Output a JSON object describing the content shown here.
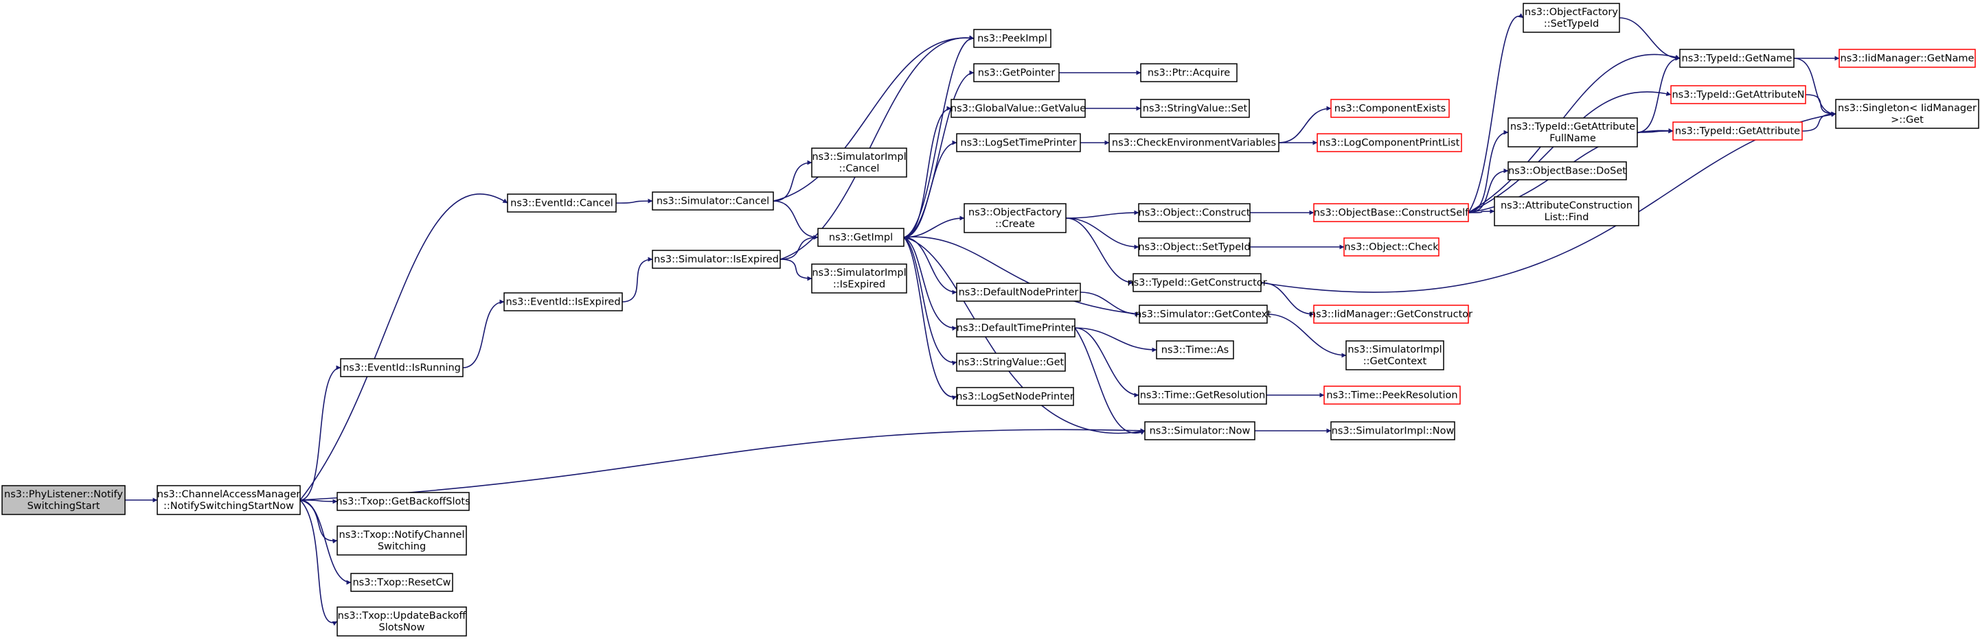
{
  "colors": {
    "edge": "#191970",
    "border_normal": "#000000",
    "border_undocumented": "#ff0000",
    "fill_root": "#bfbfbf",
    "fill_normal": "#ffffff"
  },
  "nodes": [
    {
      "id": "n0",
      "lines": [
        "ns3::PhyListener::Notify",
        "SwitchingStart"
      ],
      "style": "root"
    },
    {
      "id": "n1",
      "lines": [
        "ns3::ChannelAccessManager",
        "::NotifySwitchingStartNow"
      ],
      "style": "normal"
    },
    {
      "id": "n2",
      "lines": [
        "ns3::EventId::IsRunning"
      ],
      "style": "normal"
    },
    {
      "id": "n3",
      "lines": [
        "ns3::EventId::IsExpired"
      ],
      "style": "normal"
    },
    {
      "id": "n4",
      "lines": [
        "ns3::Simulator::IsExpired"
      ],
      "style": "normal"
    },
    {
      "id": "n5",
      "lines": [
        "ns3::EventId::Cancel"
      ],
      "style": "normal"
    },
    {
      "id": "n6",
      "lines": [
        "ns3::Simulator::Cancel"
      ],
      "style": "normal"
    },
    {
      "id": "n7",
      "lines": [
        "ns3::SimulatorImpl",
        "::Cancel"
      ],
      "style": "normal"
    },
    {
      "id": "n8",
      "lines": [
        "ns3::GetImpl"
      ],
      "style": "normal"
    },
    {
      "id": "n9",
      "lines": [
        "ns3::SimulatorImpl",
        "::IsExpired"
      ],
      "style": "normal"
    },
    {
      "id": "n10",
      "lines": [
        "ns3::PeekImpl"
      ],
      "style": "normal"
    },
    {
      "id": "n11",
      "lines": [
        "ns3::GetPointer"
      ],
      "style": "normal"
    },
    {
      "id": "n12",
      "lines": [
        "ns3::Ptr::Acquire"
      ],
      "style": "normal"
    },
    {
      "id": "n13",
      "lines": [
        "ns3::GlobalValue::GetValue"
      ],
      "style": "normal"
    },
    {
      "id": "n14",
      "lines": [
        "ns3::StringValue::Set"
      ],
      "style": "normal"
    },
    {
      "id": "n15",
      "lines": [
        "ns3::LogSetTimePrinter"
      ],
      "style": "normal"
    },
    {
      "id": "n16",
      "lines": [
        "ns3::CheckEnvironmentVariables"
      ],
      "style": "normal"
    },
    {
      "id": "n17",
      "lines": [
        "ns3::ComponentExists"
      ],
      "style": "undocumented"
    },
    {
      "id": "n18",
      "lines": [
        "ns3::LogComponentPrintList"
      ],
      "style": "undocumented"
    },
    {
      "id": "n19",
      "lines": [
        "ns3::ObjectFactory",
        "::Create"
      ],
      "style": "normal"
    },
    {
      "id": "n20",
      "lines": [
        "ns3::Object::Construct"
      ],
      "style": "normal"
    },
    {
      "id": "n21",
      "lines": [
        "ns3::ObjectBase::ConstructSelf"
      ],
      "style": "undocumented"
    },
    {
      "id": "n22",
      "lines": [
        "ns3::Object::SetTypeId"
      ],
      "style": "normal"
    },
    {
      "id": "n23",
      "lines": [
        "ns3::Object::Check"
      ],
      "style": "undocumented"
    },
    {
      "id": "n24",
      "lines": [
        "ns3::TypeId::GetConstructor"
      ],
      "style": "normal"
    },
    {
      "id": "n25",
      "lines": [
        "ns3::IidManager::GetConstructor"
      ],
      "style": "undocumented"
    },
    {
      "id": "n26",
      "lines": [
        "ns3::DefaultNodePrinter"
      ],
      "style": "normal"
    },
    {
      "id": "n27",
      "lines": [
        "ns3::Simulator::GetContext"
      ],
      "style": "normal"
    },
    {
      "id": "n28",
      "lines": [
        "ns3::SimulatorImpl",
        "::GetContext"
      ],
      "style": "normal"
    },
    {
      "id": "n29",
      "lines": [
        "ns3::DefaultTimePrinter"
      ],
      "style": "normal"
    },
    {
      "id": "n30",
      "lines": [
        "ns3::Time::As"
      ],
      "style": "normal"
    },
    {
      "id": "n31",
      "lines": [
        "ns3::StringValue::Get"
      ],
      "style": "normal"
    },
    {
      "id": "n32",
      "lines": [
        "ns3::Time::GetResolution"
      ],
      "style": "normal"
    },
    {
      "id": "n33",
      "lines": [
        "ns3::Time::PeekResolution"
      ],
      "style": "undocumented"
    },
    {
      "id": "n34",
      "lines": [
        "ns3::LogSetNodePrinter"
      ],
      "style": "normal"
    },
    {
      "id": "n35",
      "lines": [
        "ns3::Simulator::Now"
      ],
      "style": "normal"
    },
    {
      "id": "n36",
      "lines": [
        "ns3::SimulatorImpl::Now"
      ],
      "style": "normal"
    },
    {
      "id": "n37",
      "lines": [
        "ns3::ObjectFactory",
        "::SetTypeId"
      ],
      "style": "normal"
    },
    {
      "id": "n38",
      "lines": [
        "ns3::TypeId::GetName"
      ],
      "style": "normal"
    },
    {
      "id": "n39",
      "lines": [
        "ns3::IidManager::GetName"
      ],
      "style": "undocumented"
    },
    {
      "id": "n40",
      "lines": [
        "ns3::Singleton< IidManager",
        ">::Get"
      ],
      "style": "normal"
    },
    {
      "id": "n41",
      "lines": [
        "ns3::TypeId::GetAttributeN"
      ],
      "style": "undocumented"
    },
    {
      "id": "n42",
      "lines": [
        "ns3::TypeId::GetAttribute",
        "FullName"
      ],
      "style": "normal"
    },
    {
      "id": "n43",
      "lines": [
        "ns3::TypeId::GetAttribute"
      ],
      "style": "undocumented"
    },
    {
      "id": "n44",
      "lines": [
        "ns3::ObjectBase::DoSet"
      ],
      "style": "normal"
    },
    {
      "id": "n45",
      "lines": [
        "ns3::AttributeConstruction",
        "List::Find"
      ],
      "style": "normal"
    },
    {
      "id": "n46",
      "lines": [
        "ns3::Txop::GetBackoffSlots"
      ],
      "style": "normal"
    },
    {
      "id": "n47",
      "lines": [
        "ns3::Txop::NotifyChannel",
        "Switching"
      ],
      "style": "normal"
    },
    {
      "id": "n48",
      "lines": [
        "ns3::Txop::ResetCw"
      ],
      "style": "normal"
    },
    {
      "id": "n49",
      "lines": [
        "ns3::Txop::UpdateBackoff",
        "SlotsNow"
      ],
      "style": "normal"
    }
  ],
  "edges": [
    [
      "n0",
      "n1"
    ],
    [
      "n1",
      "n2"
    ],
    [
      "n1",
      "n5"
    ],
    [
      "n1",
      "n35"
    ],
    [
      "n1",
      "n46"
    ],
    [
      "n1",
      "n47"
    ],
    [
      "n1",
      "n48"
    ],
    [
      "n1",
      "n49"
    ],
    [
      "n2",
      "n3"
    ],
    [
      "n3",
      "n4"
    ],
    [
      "n4",
      "n8"
    ],
    [
      "n4",
      "n9"
    ],
    [
      "n4",
      "n10"
    ],
    [
      "n5",
      "n6"
    ],
    [
      "n6",
      "n7"
    ],
    [
      "n6",
      "n8"
    ],
    [
      "n6",
      "n10"
    ],
    [
      "n8",
      "n10"
    ],
    [
      "n8",
      "n11"
    ],
    [
      "n8",
      "n13"
    ],
    [
      "n8",
      "n15"
    ],
    [
      "n8",
      "n19"
    ],
    [
      "n8",
      "n26"
    ],
    [
      "n8",
      "n29"
    ],
    [
      "n8",
      "n31"
    ],
    [
      "n8",
      "n34"
    ],
    [
      "n11",
      "n12"
    ],
    [
      "n13",
      "n14"
    ],
    [
      "n15",
      "n16"
    ],
    [
      "n16",
      "n17"
    ],
    [
      "n16",
      "n18"
    ],
    [
      "n19",
      "n20"
    ],
    [
      "n19",
      "n22"
    ],
    [
      "n19",
      "n24"
    ],
    [
      "n20",
      "n21"
    ],
    [
      "n22",
      "n23"
    ],
    [
      "n24",
      "n25"
    ],
    [
      "n24",
      "n40"
    ],
    [
      "n21",
      "n37"
    ],
    [
      "n21",
      "n38"
    ],
    [
      "n21",
      "n41"
    ],
    [
      "n21",
      "n42"
    ],
    [
      "n21",
      "n43"
    ],
    [
      "n21",
      "n44"
    ],
    [
      "n21",
      "n45"
    ],
    [
      "n37",
      "n38"
    ],
    [
      "n38",
      "n39"
    ],
    [
      "n38",
      "n40"
    ],
    [
      "n41",
      "n40"
    ],
    [
      "n42",
      "n38"
    ],
    [
      "n42",
      "n43"
    ],
    [
      "n43",
      "n40"
    ],
    [
      "n26",
      "n27"
    ],
    [
      "n27",
      "n8"
    ],
    [
      "n27",
      "n28"
    ],
    [
      "n29",
      "n30"
    ],
    [
      "n29",
      "n32"
    ],
    [
      "n29",
      "n35"
    ],
    [
      "n32",
      "n33"
    ],
    [
      "n35",
      "n8"
    ],
    [
      "n35",
      "n36"
    ]
  ]
}
